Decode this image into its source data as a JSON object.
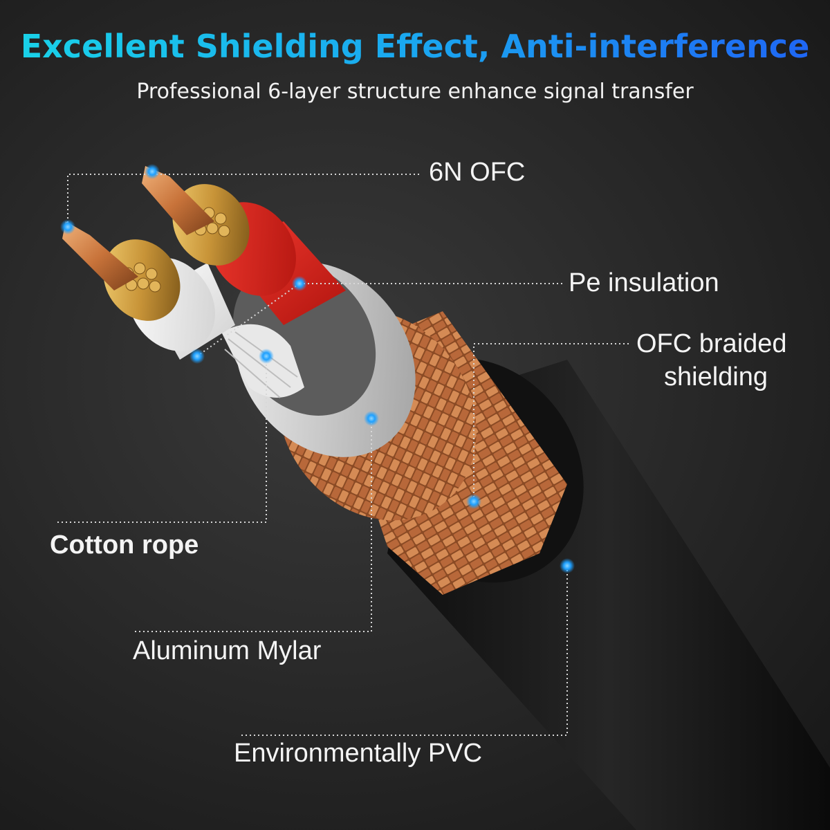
{
  "header": {
    "title": "Excellent Shielding Effect, Anti-interference",
    "subtitle": "Professional 6-layer structure enhance signal transfer"
  },
  "layers": {
    "conductor": "6N OFC",
    "insulation": "Pe insulation",
    "braid_line1": "OFC braided",
    "braid_line2": "shielding",
    "filler": "Cotton rope",
    "foil": "Aluminum Mylar",
    "jacket": "Environmentally PVC"
  },
  "colors": {
    "accent_dot": "#1ea0ff",
    "copper": "#c87a3e",
    "red_insulation": "#d71c14",
    "white_insulation": "#eeeeee",
    "jacket": "#151515"
  }
}
